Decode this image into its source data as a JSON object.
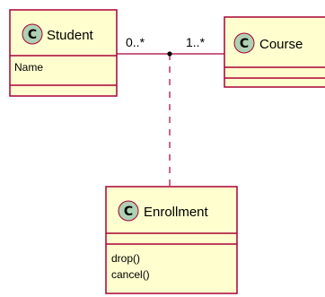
{
  "colors": {
    "class_fill": "#FEFECE",
    "class_border": "#A80036",
    "stereotype_circle": "#ADD1B2",
    "line": "#A80036"
  },
  "classes": {
    "student": {
      "stereotype": "C",
      "name": "Student",
      "attributes": [
        "Name"
      ],
      "methods": []
    },
    "course": {
      "stereotype": "C",
      "name": "Course",
      "attributes": [],
      "methods": []
    },
    "enrollment": {
      "stereotype": "C",
      "name": "Enrollment",
      "attributes": [],
      "methods": [
        "drop()",
        "cancel()"
      ]
    }
  },
  "association": {
    "student_multiplicity": "0..*",
    "course_multiplicity": "1..*"
  }
}
